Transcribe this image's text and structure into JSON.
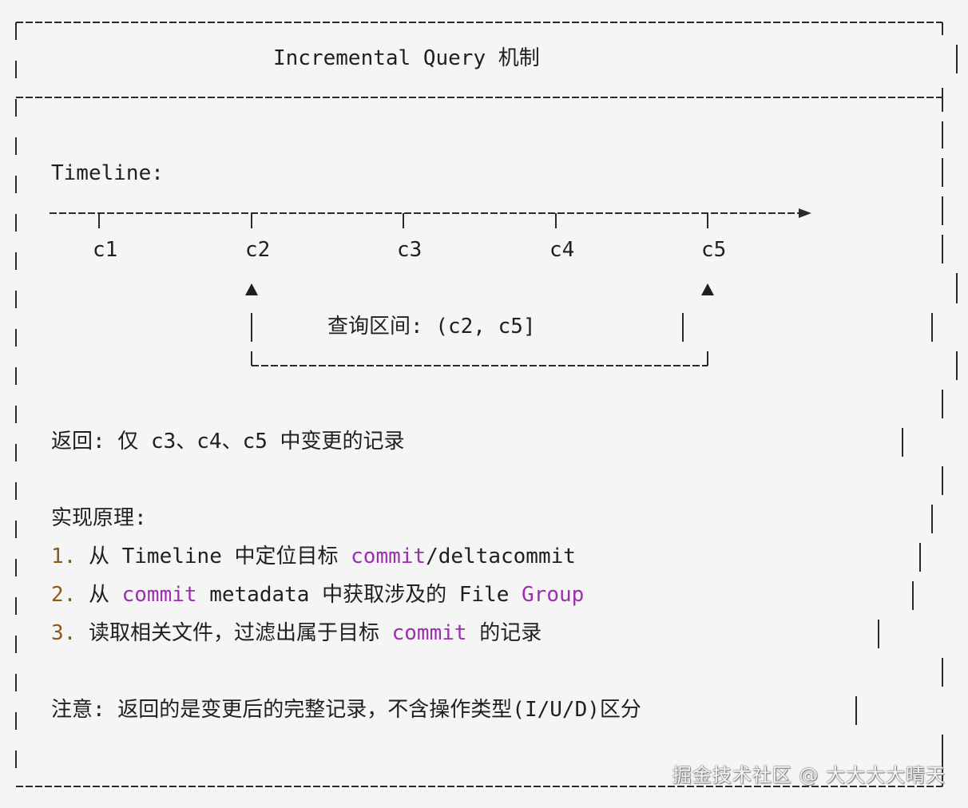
{
  "title": "Incremental Query 机制",
  "timeline": {
    "label": "Timeline:",
    "commits": [
      "c1",
      "c2",
      "c3",
      "c4",
      "c5"
    ],
    "range_label": "查询区间: (c2, c5]"
  },
  "returns": "返回: 仅 c3、c4、c5 中变更的记录",
  "principle": {
    "heading": "实现原理:",
    "steps": [
      {
        "num": "1.",
        "parts": [
          "从 Timeline 中定位目标 ",
          "commit",
          "/deltacommit"
        ]
      },
      {
        "num": "2.",
        "parts": [
          "从 ",
          "commit",
          " metadata 中获取涉及的 File ",
          "Group",
          ""
        ]
      },
      {
        "num": "3.",
        "parts": [
          "读取相关文件，过滤出属于目标 ",
          "commit",
          " 的记录"
        ]
      }
    ]
  },
  "note": "注意: 返回的是变更后的完整记录，不含操作类型(I/U/D)区分",
  "watermark": "掘金技术社区 @ 大大大大晴天",
  "colors": {
    "text": "#1f1f1f",
    "number": "#8a5a1c",
    "keyword": "#9b2fae",
    "background": "#f5f5f5"
  }
}
